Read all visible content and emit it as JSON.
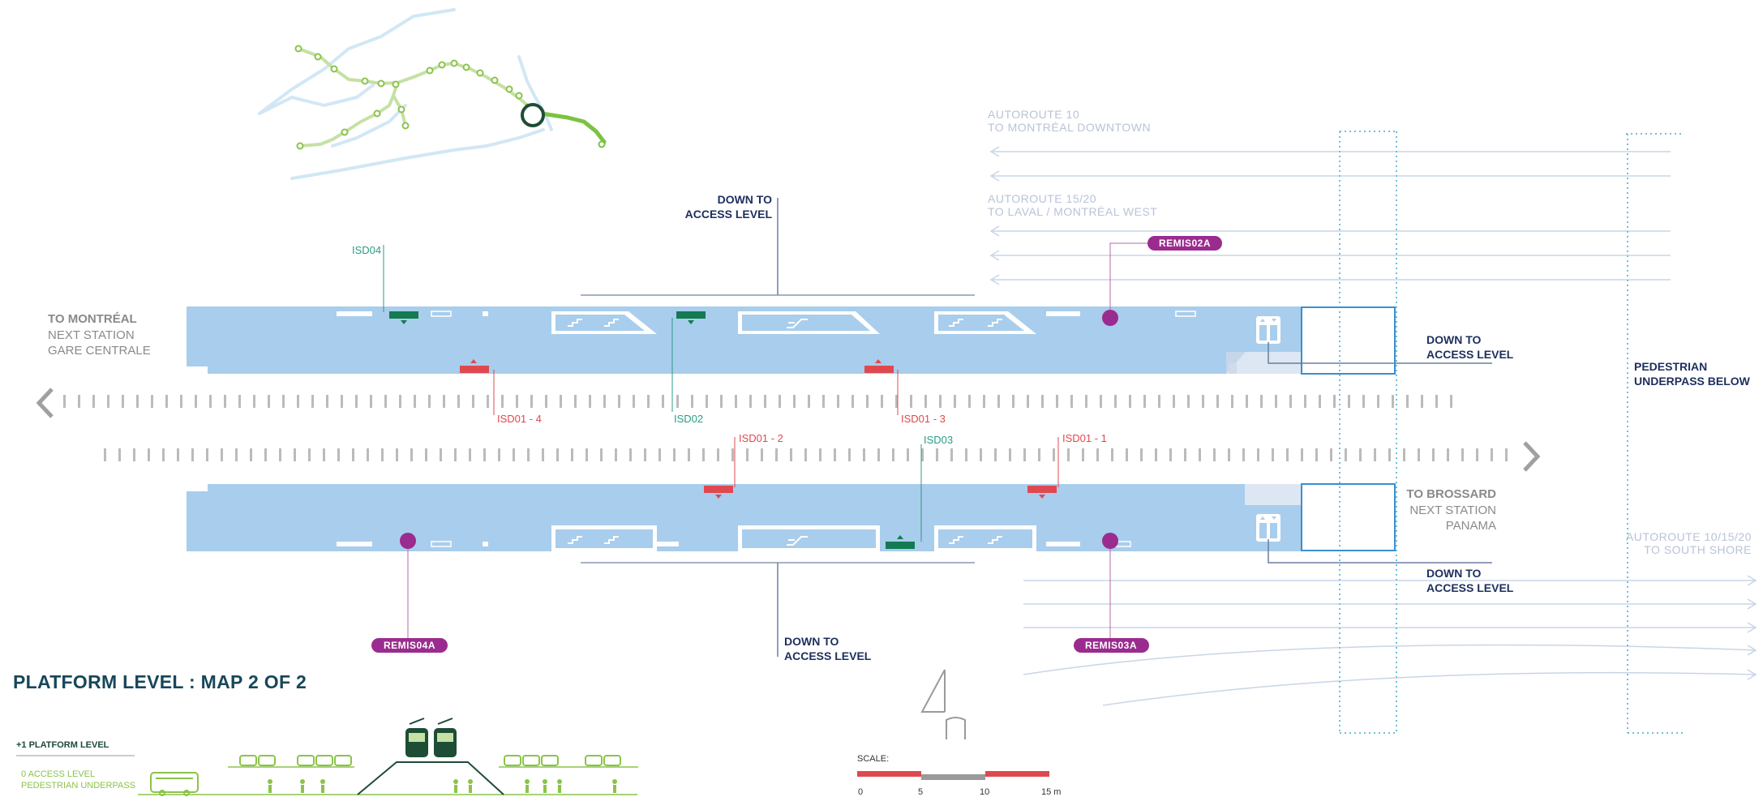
{
  "title": "PLATFORM LEVEL : MAP 2 OF 2",
  "directions": {
    "west_title": "TO MONTRÉAL",
    "west_next": "NEXT STATION",
    "west_station": "GARE CENTRALE",
    "east_title": "TO BROSSARD",
    "east_next": "NEXT STATION",
    "east_station": "PANAMA"
  },
  "access": {
    "line1": "DOWN TO",
    "line2": "ACCESS LEVEL"
  },
  "pedestrian": {
    "line1": "PEDESTRIAN",
    "line2": "UNDERPASS BELOW"
  },
  "roads": {
    "a10_line1": "AUTOROUTE 10",
    "a10_line2": "TO MONTRÉAL DOWNTOWN",
    "a1520_line1": "AUTOROUTE 15/20",
    "a1520_line2": "TO LAVAL / MONTRÉAL WEST",
    "south_line1": "AUTOROUTE 10/15/20",
    "south_line2": "TO SOUTH SHORE"
  },
  "isd": {
    "isd04": "ISD04",
    "isd01_4": "ISD01 - 4",
    "isd02": "ISD02",
    "isd01_3": "ISD01 - 3",
    "isd01_2": "ISD01 - 2",
    "isd03": "ISD03",
    "isd01_1": "ISD01 - 1"
  },
  "remis": {
    "r2a": "REMIS02A",
    "r3a": "REMIS03A",
    "r4a": "REMIS04A"
  },
  "legend": {
    "level1": "+1 PLATFORM LEVEL",
    "level0_line1": "0 ACCESS LEVEL",
    "level0_line2": "PEDESTRIAN UNDERPASS"
  },
  "scale": {
    "label": "SCALE:",
    "ticks": [
      "0",
      "5",
      "10",
      "15 m"
    ]
  },
  "colors": {
    "platform": "#a9cdec",
    "navy": "#1d2f5e",
    "red": "#e0484f",
    "green": "#137a52",
    "purple": "#9b2c8f",
    "teal": "#2a9c86",
    "line_light": "#c5e1a5",
    "line_dark": "#7cc243"
  },
  "icons": [
    "elevator-icon",
    "escalator-icon",
    "stairs-icon",
    "north-arrow-icon",
    "tram-icon",
    "car-icon",
    "pedestrian-icon",
    "bus-icon"
  ]
}
